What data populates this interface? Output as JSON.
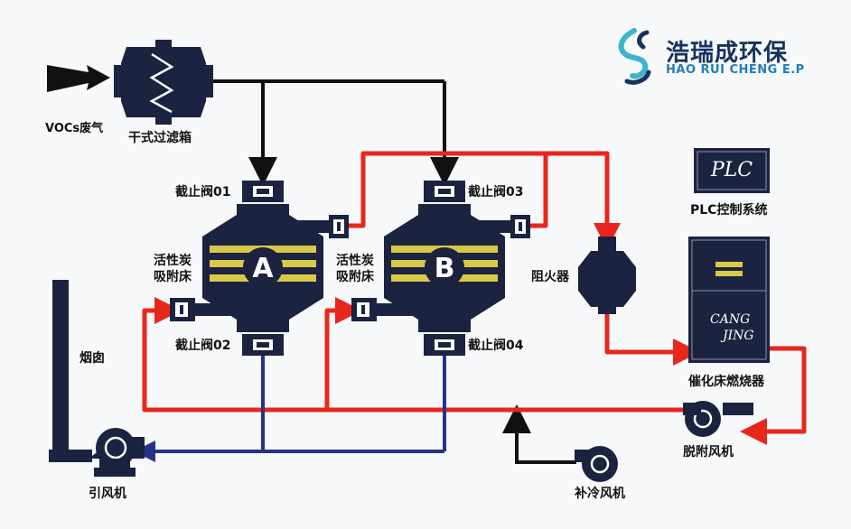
{
  "brand": {
    "name_cn": "浩瑞成环保",
    "name_en": "HAO RUI CHENG E.P"
  },
  "labels": {
    "vocs_gas": "VOCs废气",
    "dry_filter": "干式过滤箱",
    "valve_01": "截止阀01",
    "valve_02": "截止阀02",
    "valve_03": "截止阀03",
    "valve_04": "截止阀04",
    "bed_a_line1": "活性炭",
    "bed_a_line2": "吸附床",
    "bed_b_line1": "活性炭",
    "bed_b_line2": "吸附床",
    "flame_arrester": "阻火器",
    "plc_badge": "PLC",
    "plc_system": "PLC控制系统",
    "catalytic_bed_line1": "CANG",
    "catalytic_bed_line2": "JING",
    "catalytic_burner": "催化床燃烧器",
    "chimney": "烟囱",
    "desorption_fan": "脱附风机",
    "induced_fan": "引风机",
    "cooling_fan": "补冷风机",
    "vessel_a": "A",
    "vessel_b": "B"
  },
  "colors": {
    "equipment": "#1c2340",
    "equipment_band": "#d9c94a",
    "pipe_black": "#111111",
    "pipe_red": "#e8261c",
    "pipe_blue": "#25328a",
    "brand_navy": "#17325c",
    "brand_blue": "#1f7dbd",
    "brand_teal": "#3ab5c9"
  }
}
